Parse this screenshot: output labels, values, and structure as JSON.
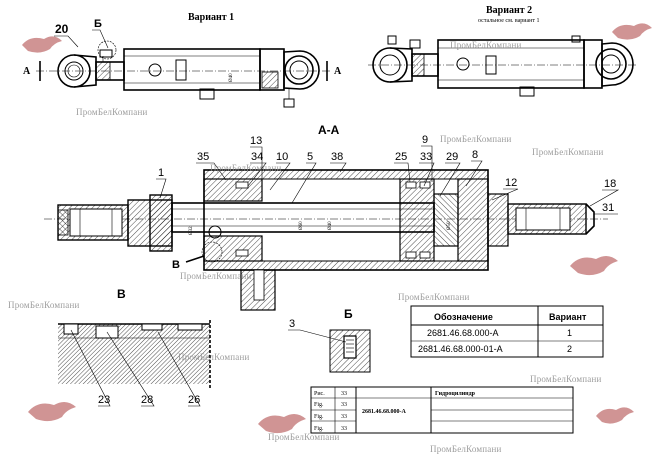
{
  "titles": {
    "variant1": "Вариант 1",
    "variant2": "Вариант 2",
    "variant2_note": "остальное см. вариант 1",
    "section_aa": "А-А",
    "view_b": "В",
    "view_bb": "Б",
    "section_mark_left": "А",
    "section_mark_right": "А",
    "view_mark_b": "В"
  },
  "top_callouts": [
    "20",
    "Б"
  ],
  "callouts": [
    {
      "id": "13",
      "text": "13"
    },
    {
      "id": "35",
      "text": "35"
    },
    {
      "id": "34",
      "text": "34"
    },
    {
      "id": "10",
      "text": "10"
    },
    {
      "id": "5",
      "text": "5"
    },
    {
      "id": "38",
      "text": "38"
    },
    {
      "id": "9",
      "text": "9"
    },
    {
      "id": "25",
      "text": "25"
    },
    {
      "id": "33",
      "text": "33"
    },
    {
      "id": "29",
      "text": "29"
    },
    {
      "id": "8",
      "text": "8"
    },
    {
      "id": "1",
      "text": "1"
    },
    {
      "id": "12",
      "text": "12"
    },
    {
      "id": "18",
      "text": "18"
    },
    {
      "id": "31",
      "text": "31"
    },
    {
      "id": "3",
      "text": "3"
    },
    {
      "id": "23",
      "text": "23"
    },
    {
      "id": "28",
      "text": "28"
    },
    {
      "id": "26",
      "text": "26"
    }
  ],
  "dimension_marks": [
    "Ø32",
    "Ø60",
    "Ø40",
    "Ø50"
  ],
  "variant_table": {
    "headers": [
      "Обозначение",
      "Вариант"
    ],
    "rows": [
      [
        "2681.46.68.000-А",
        "1"
      ],
      [
        "2681.46.68.000-01-А",
        "2"
      ]
    ]
  },
  "title_block": {
    "fig_labels": [
      "Рис.",
      "Fig.",
      "Fig.",
      "Fig."
    ],
    "fig_numbers": [
      "33",
      "33",
      "33",
      "33"
    ],
    "designation": "2681.46.68.000-А",
    "name": "Гидроцилиндр"
  },
  "watermark": "ПромБелКомпани",
  "colors": {
    "ink": "#000000",
    "watermark_text": "#8c8c8c",
    "watermark_logo": "#9a1a1a",
    "background": "#ffffff"
  }
}
